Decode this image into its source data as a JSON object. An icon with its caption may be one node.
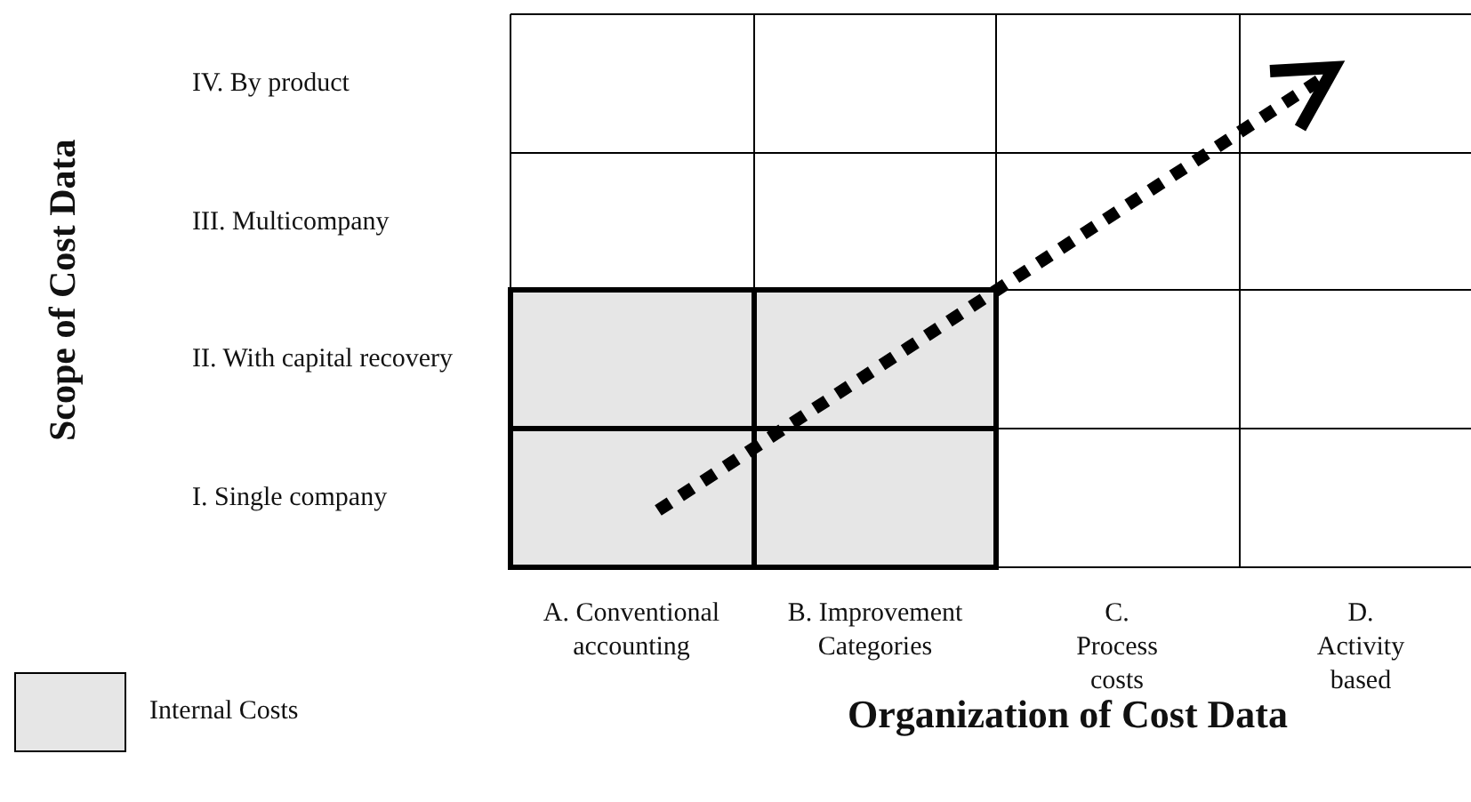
{
  "diagram": {
    "labels": [
      "Scope of Cost Data",
      "IV. By product",
      "III. Multicompany",
      "II. With capital recovery",
      "I. Single company",
      "A. Conventional accounting",
      "B. Improvement Categories",
      "C. Process costs",
      "D. Activity based",
      "Organization of Cost Data"
    ],
    "legend": [
      {
        "text": "Internal Costs",
        "color": "#e6e6e6"
      }
    ]
  }
}
